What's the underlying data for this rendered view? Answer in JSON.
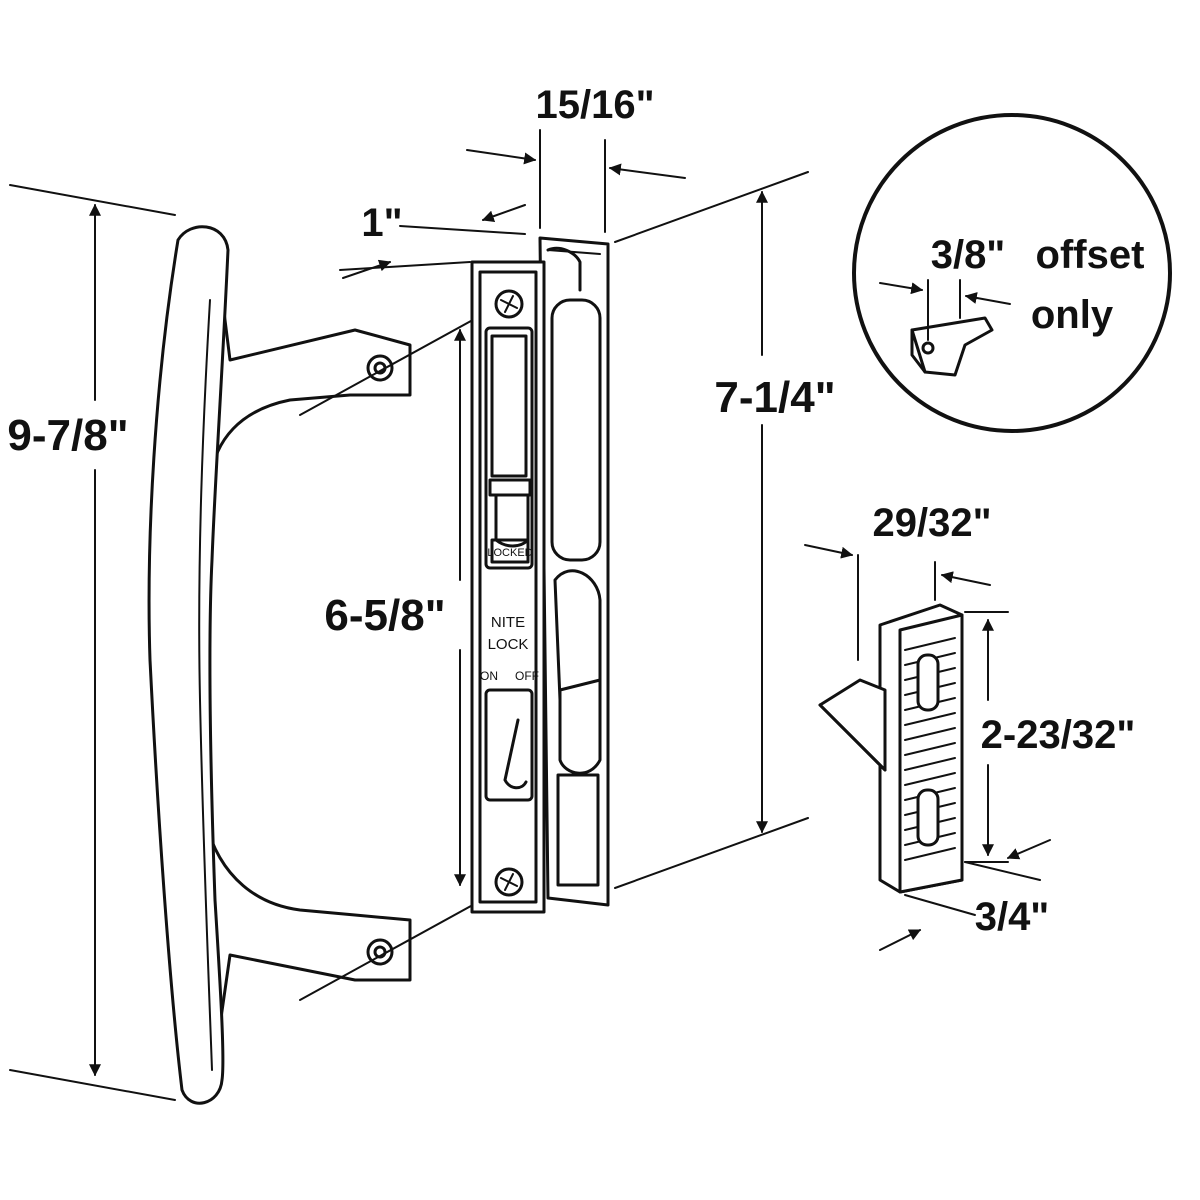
{
  "dimensions": {
    "handle_height": "9-7/8\"",
    "mortise_width": "15/16\"",
    "faceplate_offset": "1\"",
    "body_height": "7-1/4\"",
    "screw_spacing": "6-5/8\"",
    "offset_value": "3/8\"",
    "offset_word": "offset",
    "offset_only": "only",
    "keeper_width": "29/32\"",
    "keeper_height": "2-23/32\"",
    "keeper_depth": "3/4\""
  },
  "lock_labels": {
    "locked": "LOCKED",
    "nite": "NITE",
    "lock": "LOCK",
    "on": "ON",
    "off": "OFF"
  },
  "colors": {
    "ink": "#111111",
    "background": "#ffffff"
  }
}
